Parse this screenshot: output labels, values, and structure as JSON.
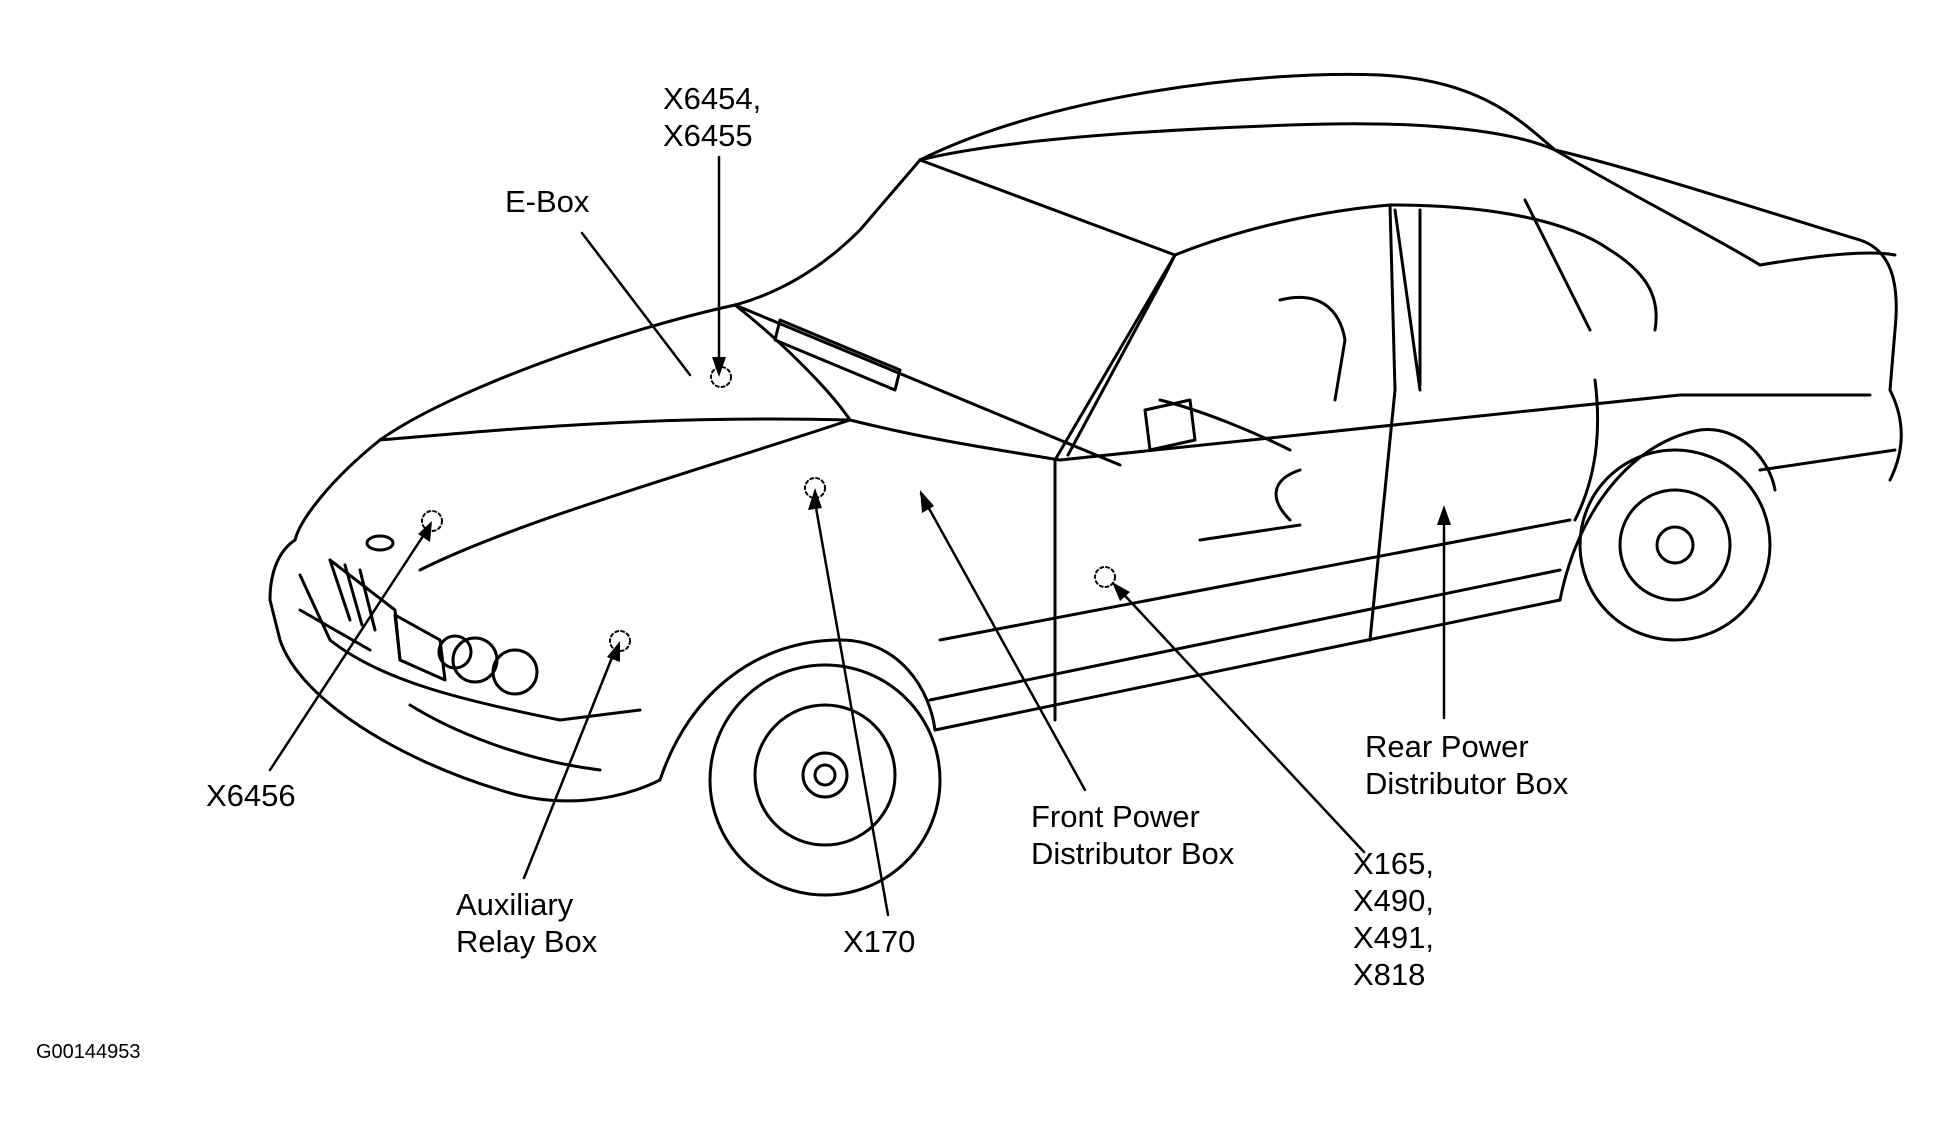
{
  "colors": {
    "ink": "#000000",
    "paper": "#ffffff"
  },
  "figure_id": "G00144953",
  "labels": {
    "e_box": [
      "E-Box"
    ],
    "x6454_x6455": [
      "X6454,",
      "X6455"
    ],
    "x6456": [
      "X6456"
    ],
    "auxiliary_relay_box": [
      "Auxiliary",
      "Relay Box"
    ],
    "x170": [
      "X170"
    ],
    "front_power_distributor_box": [
      "Front Power",
      "Distributor Box"
    ],
    "x165_group": [
      "X165,",
      "X490,",
      "X491,",
      "X818"
    ],
    "rear_power_distributor_box": [
      "Rear Power",
      "Distributor Box"
    ]
  }
}
